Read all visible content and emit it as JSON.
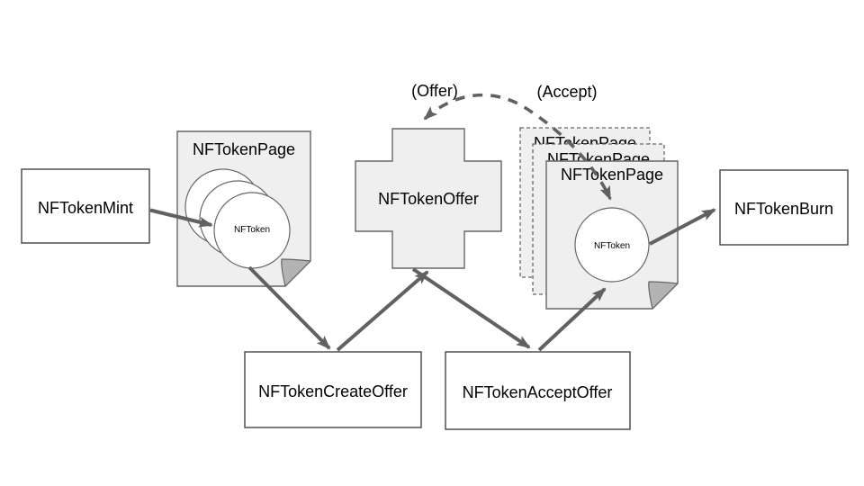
{
  "diagram": {
    "nodes": {
      "mint": {
        "label": "NFTokenMint"
      },
      "page_left": {
        "title": "NFTokenPage",
        "token_label": "NFToken"
      },
      "offer": {
        "label": "NFTokenOffer"
      },
      "page_right": {
        "title": "NFTokenPage",
        "token_label": "NFToken",
        "stacked_pages": [
          {
            "title": "NFTokenPage"
          },
          {
            "title": "NFTokenPage"
          }
        ]
      },
      "burn": {
        "label": "NFTokenBurn"
      },
      "create_offer": {
        "label": "NFTokenCreateOffer"
      },
      "accept_offer": {
        "label": "NFTokenAcceptOffer"
      }
    },
    "annotations": {
      "offer": "(Offer)",
      "accept": "(Accept)"
    },
    "colors": {
      "background": "#ffffff",
      "page_fill": "#efefef",
      "shape_stroke": "#666666",
      "box_stroke": "#444444",
      "fold_fill": "#b3b3b3",
      "arrow": "#616161",
      "text": "#000000"
    }
  }
}
